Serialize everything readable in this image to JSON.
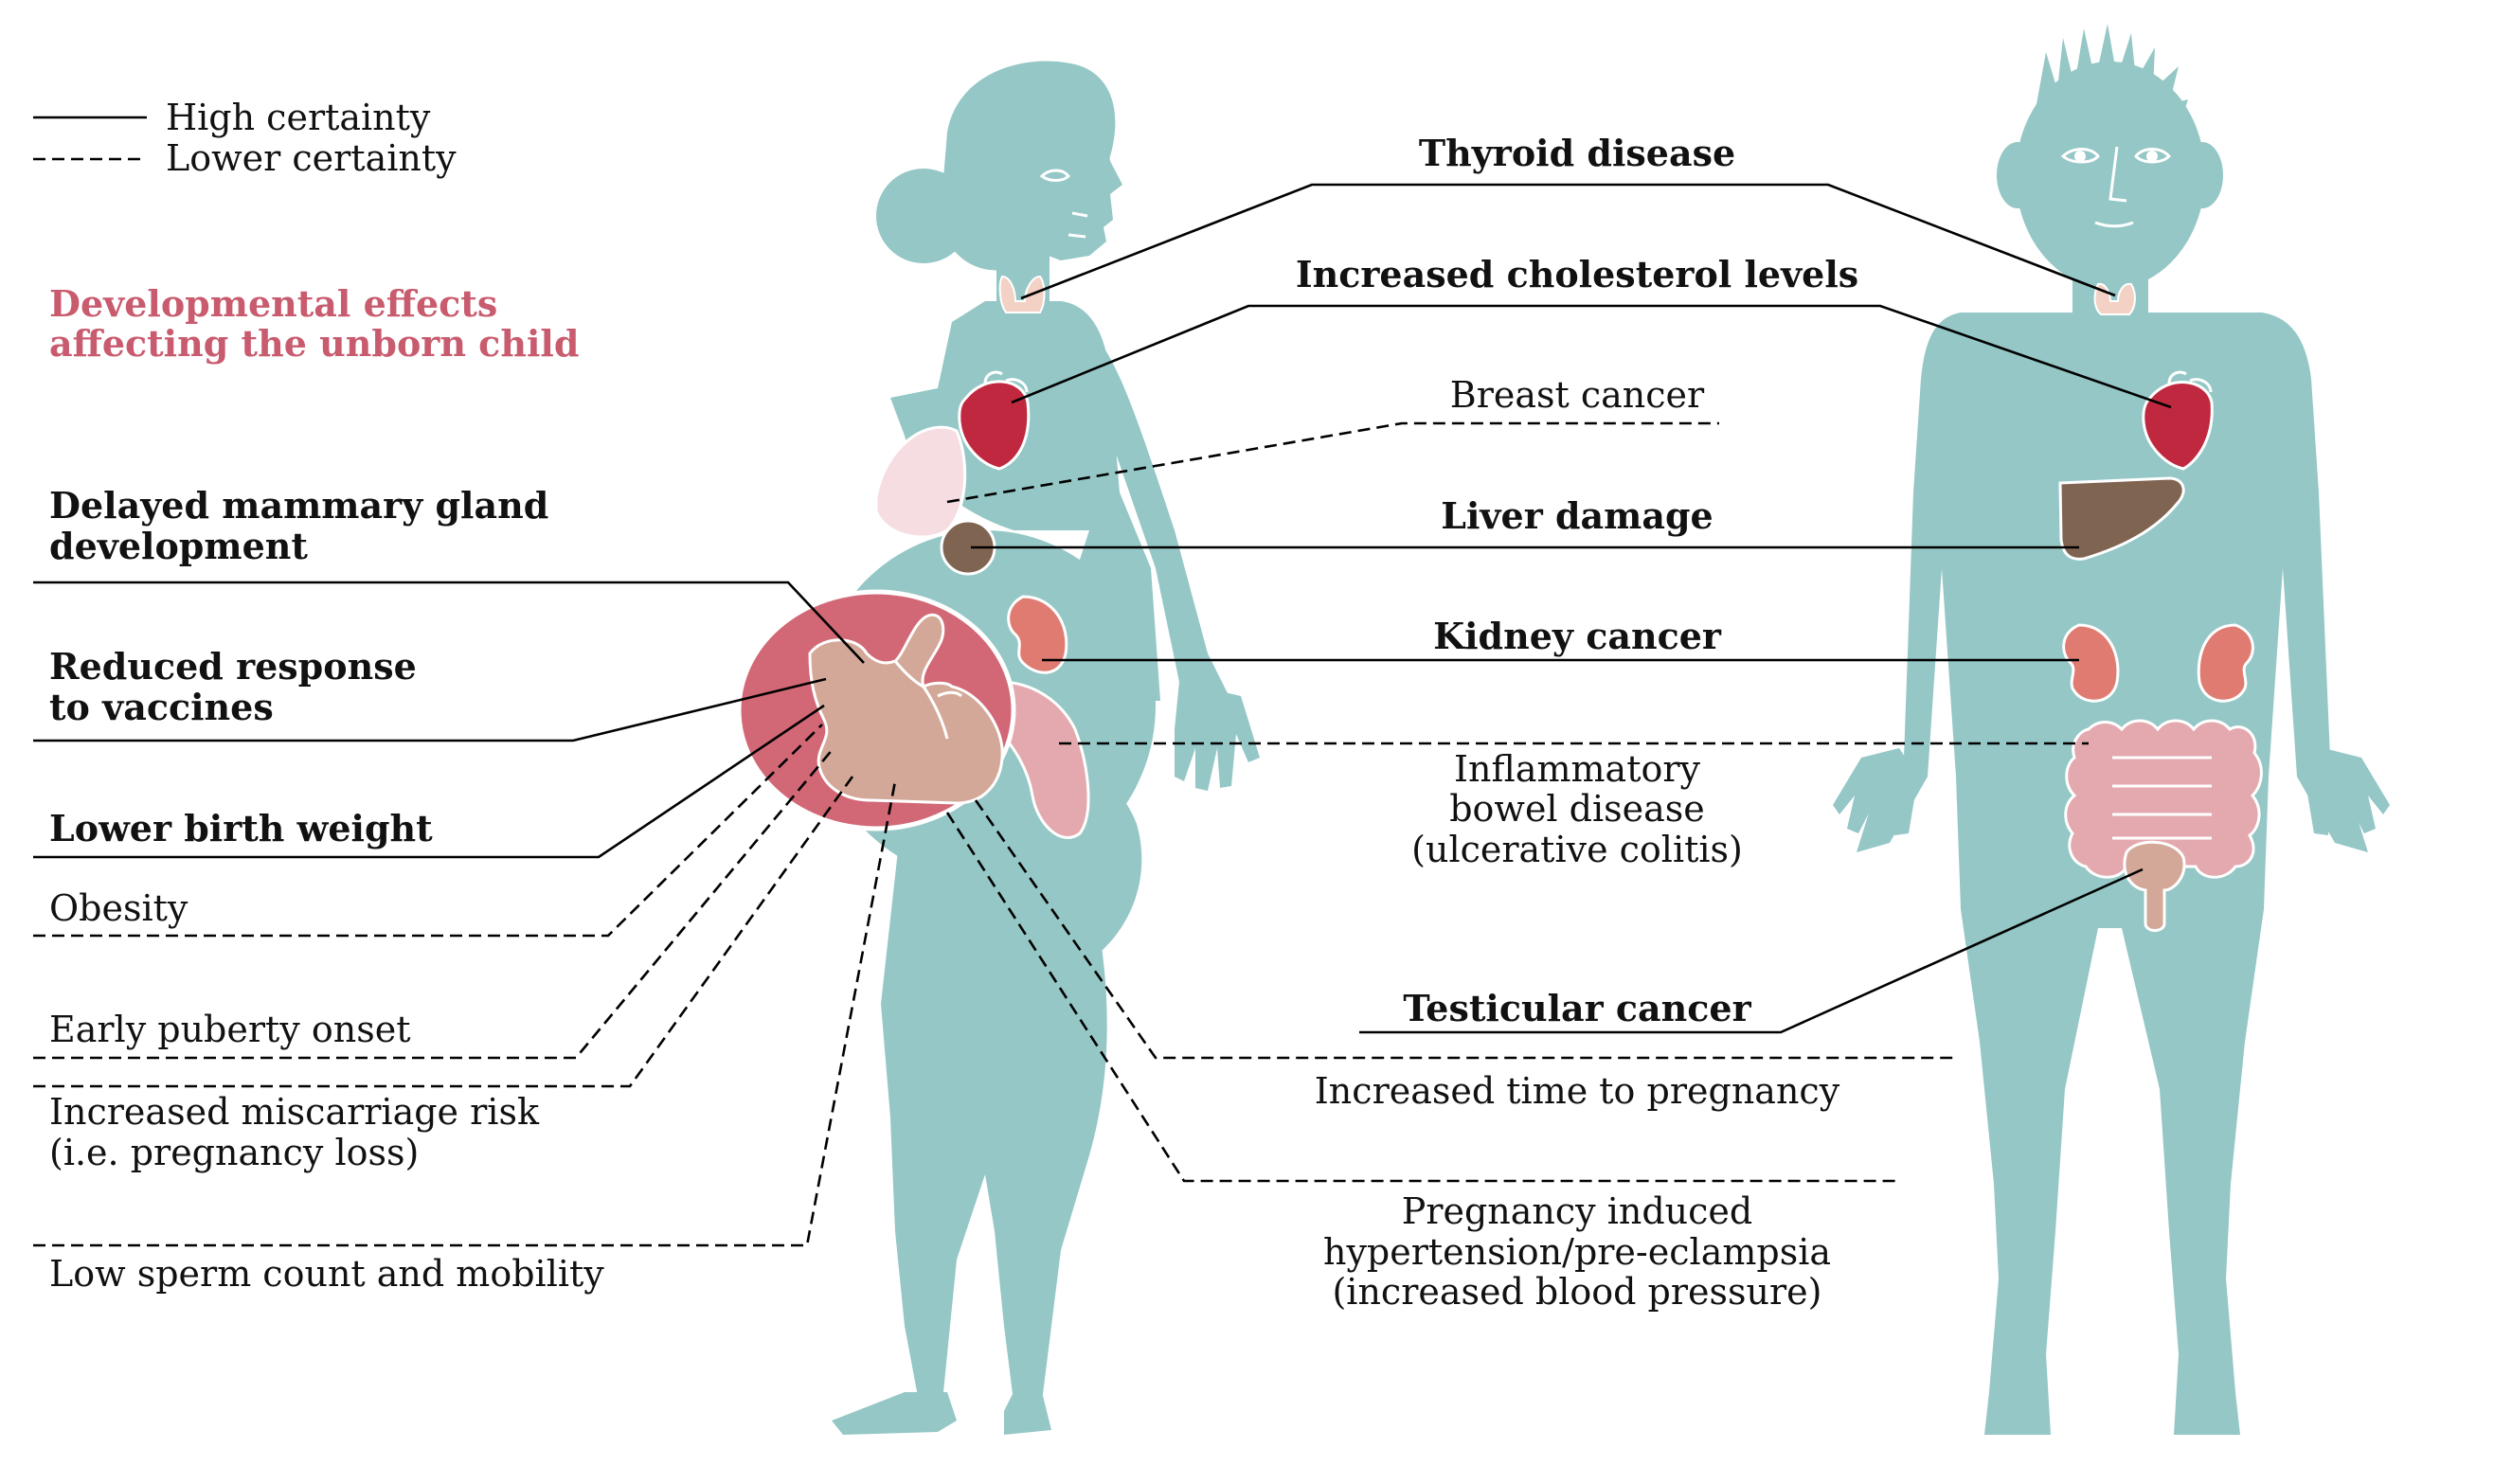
{
  "legend": {
    "high_certainty": "High certainty",
    "lower_certainty": "Lower certainty"
  },
  "section_heading": {
    "line1": "Developmental effects",
    "line2": "affecting the unborn child",
    "color": "#c95b6e"
  },
  "labels": {
    "thyroid": "Thyroid disease",
    "cholesterol": "Increased cholesterol levels",
    "breast_cancer": "Breast cancer",
    "liver": "Liver damage",
    "kidney": "Kidney cancer",
    "ibd_line1": "Inflammatory",
    "ibd_line2": "bowel disease",
    "ibd_line3": "(ulcerative colitis)",
    "testicular": "Testicular cancer",
    "time_to_pregnancy": "Increased time to pregnancy",
    "hypertension_line1": "Pregnancy induced",
    "hypertension_line2": "hypertension/pre-eclampsia",
    "hypertension_line3": "(increased blood pressure)",
    "mammary_line1": "Delayed mammary gland",
    "mammary_line2": "development",
    "vaccines_line1": "Reduced response",
    "vaccines_line2": "to vaccines",
    "birth_weight": "Lower birth weight",
    "obesity": "Obesity",
    "puberty": "Early puberty onset",
    "miscarriage_line1": "Increased miscarriage risk",
    "miscarriage_line2": "(i.e. pregnancy loss)",
    "sperm": "Low sperm count and mobility"
  },
  "colors": {
    "body": "#94c7c5",
    "heart": "#c0283f",
    "liver": "#806452",
    "kidney": "#e07b72",
    "intestine": "#e3a9ae",
    "breast": "#f6dde1",
    "uterus": "#d26876",
    "fetus": "#d3a898",
    "thyroid": "#f3d1c4"
  }
}
